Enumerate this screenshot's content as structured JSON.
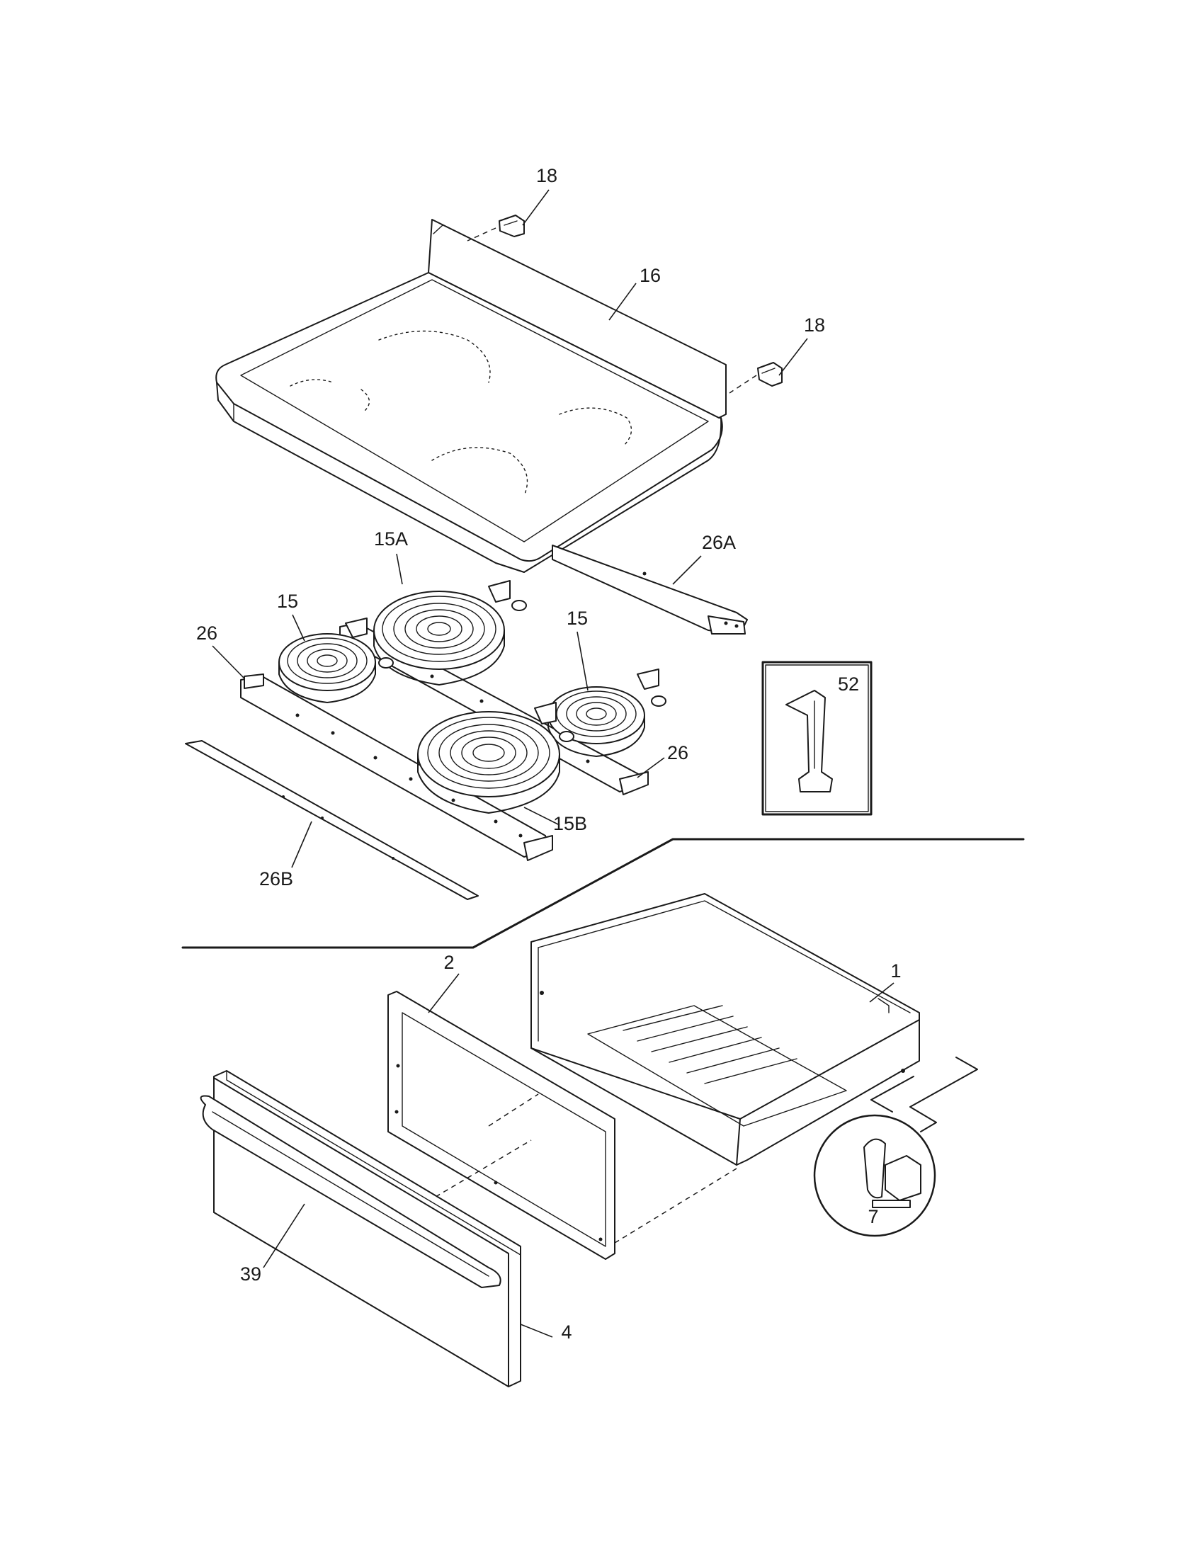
{
  "callouts": {
    "c18a": "18",
    "c16": "16",
    "c18b": "18",
    "c15A": "15A",
    "c26A": "26A",
    "c15a": "15",
    "c15b": "15",
    "c26a": "26",
    "c52": "52",
    "c26b": "26",
    "c15B": "15B",
    "c26B": "26B",
    "c2": "2",
    "c1": "1",
    "c7": "7",
    "c39": "39",
    "c4": "4"
  }
}
